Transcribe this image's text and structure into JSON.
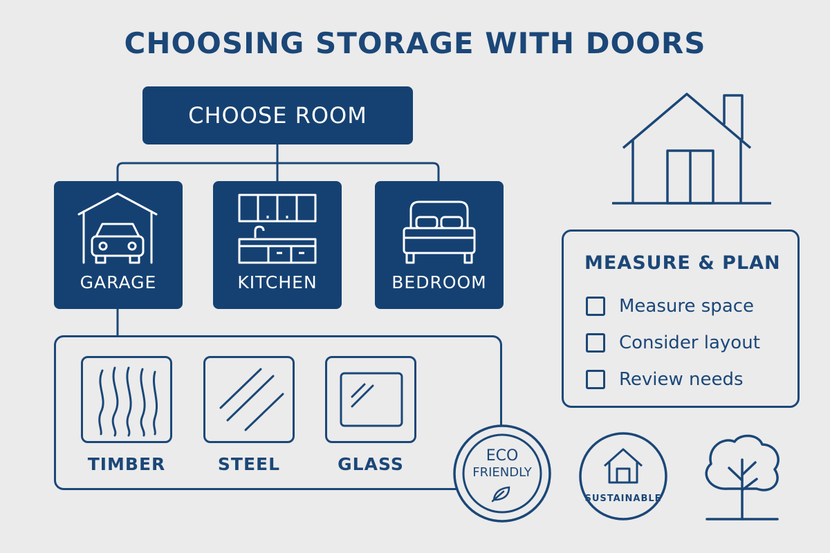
{
  "title": "CHOOSING STORAGE WITH DOORS",
  "root": {
    "label": "CHOOSE ROOM"
  },
  "rooms": [
    {
      "label": "GARAGE",
      "icon": "garage-car-icon"
    },
    {
      "label": "KITCHEN",
      "icon": "kitchen-cabinets-icon"
    },
    {
      "label": "BEDROOM",
      "icon": "bed-icon"
    }
  ],
  "materials": [
    {
      "label": "TIMBER",
      "icon": "wood-grain-icon"
    },
    {
      "label": "STEEL",
      "icon": "steel-lines-icon"
    },
    {
      "label": "GLASS",
      "icon": "glass-pane-icon"
    }
  ],
  "plan": {
    "title": "MEASURE & PLAN",
    "items": [
      "Measure space",
      "Consider layout",
      "Review needs"
    ]
  },
  "badges": {
    "eco_line1": "ECO",
    "eco_line2": "FRIENDLY",
    "sustainable": "SUSTAINABLE"
  },
  "colors": {
    "primary": "#154172",
    "background": "#ebebeb",
    "text_on_primary": "#ffffff"
  }
}
